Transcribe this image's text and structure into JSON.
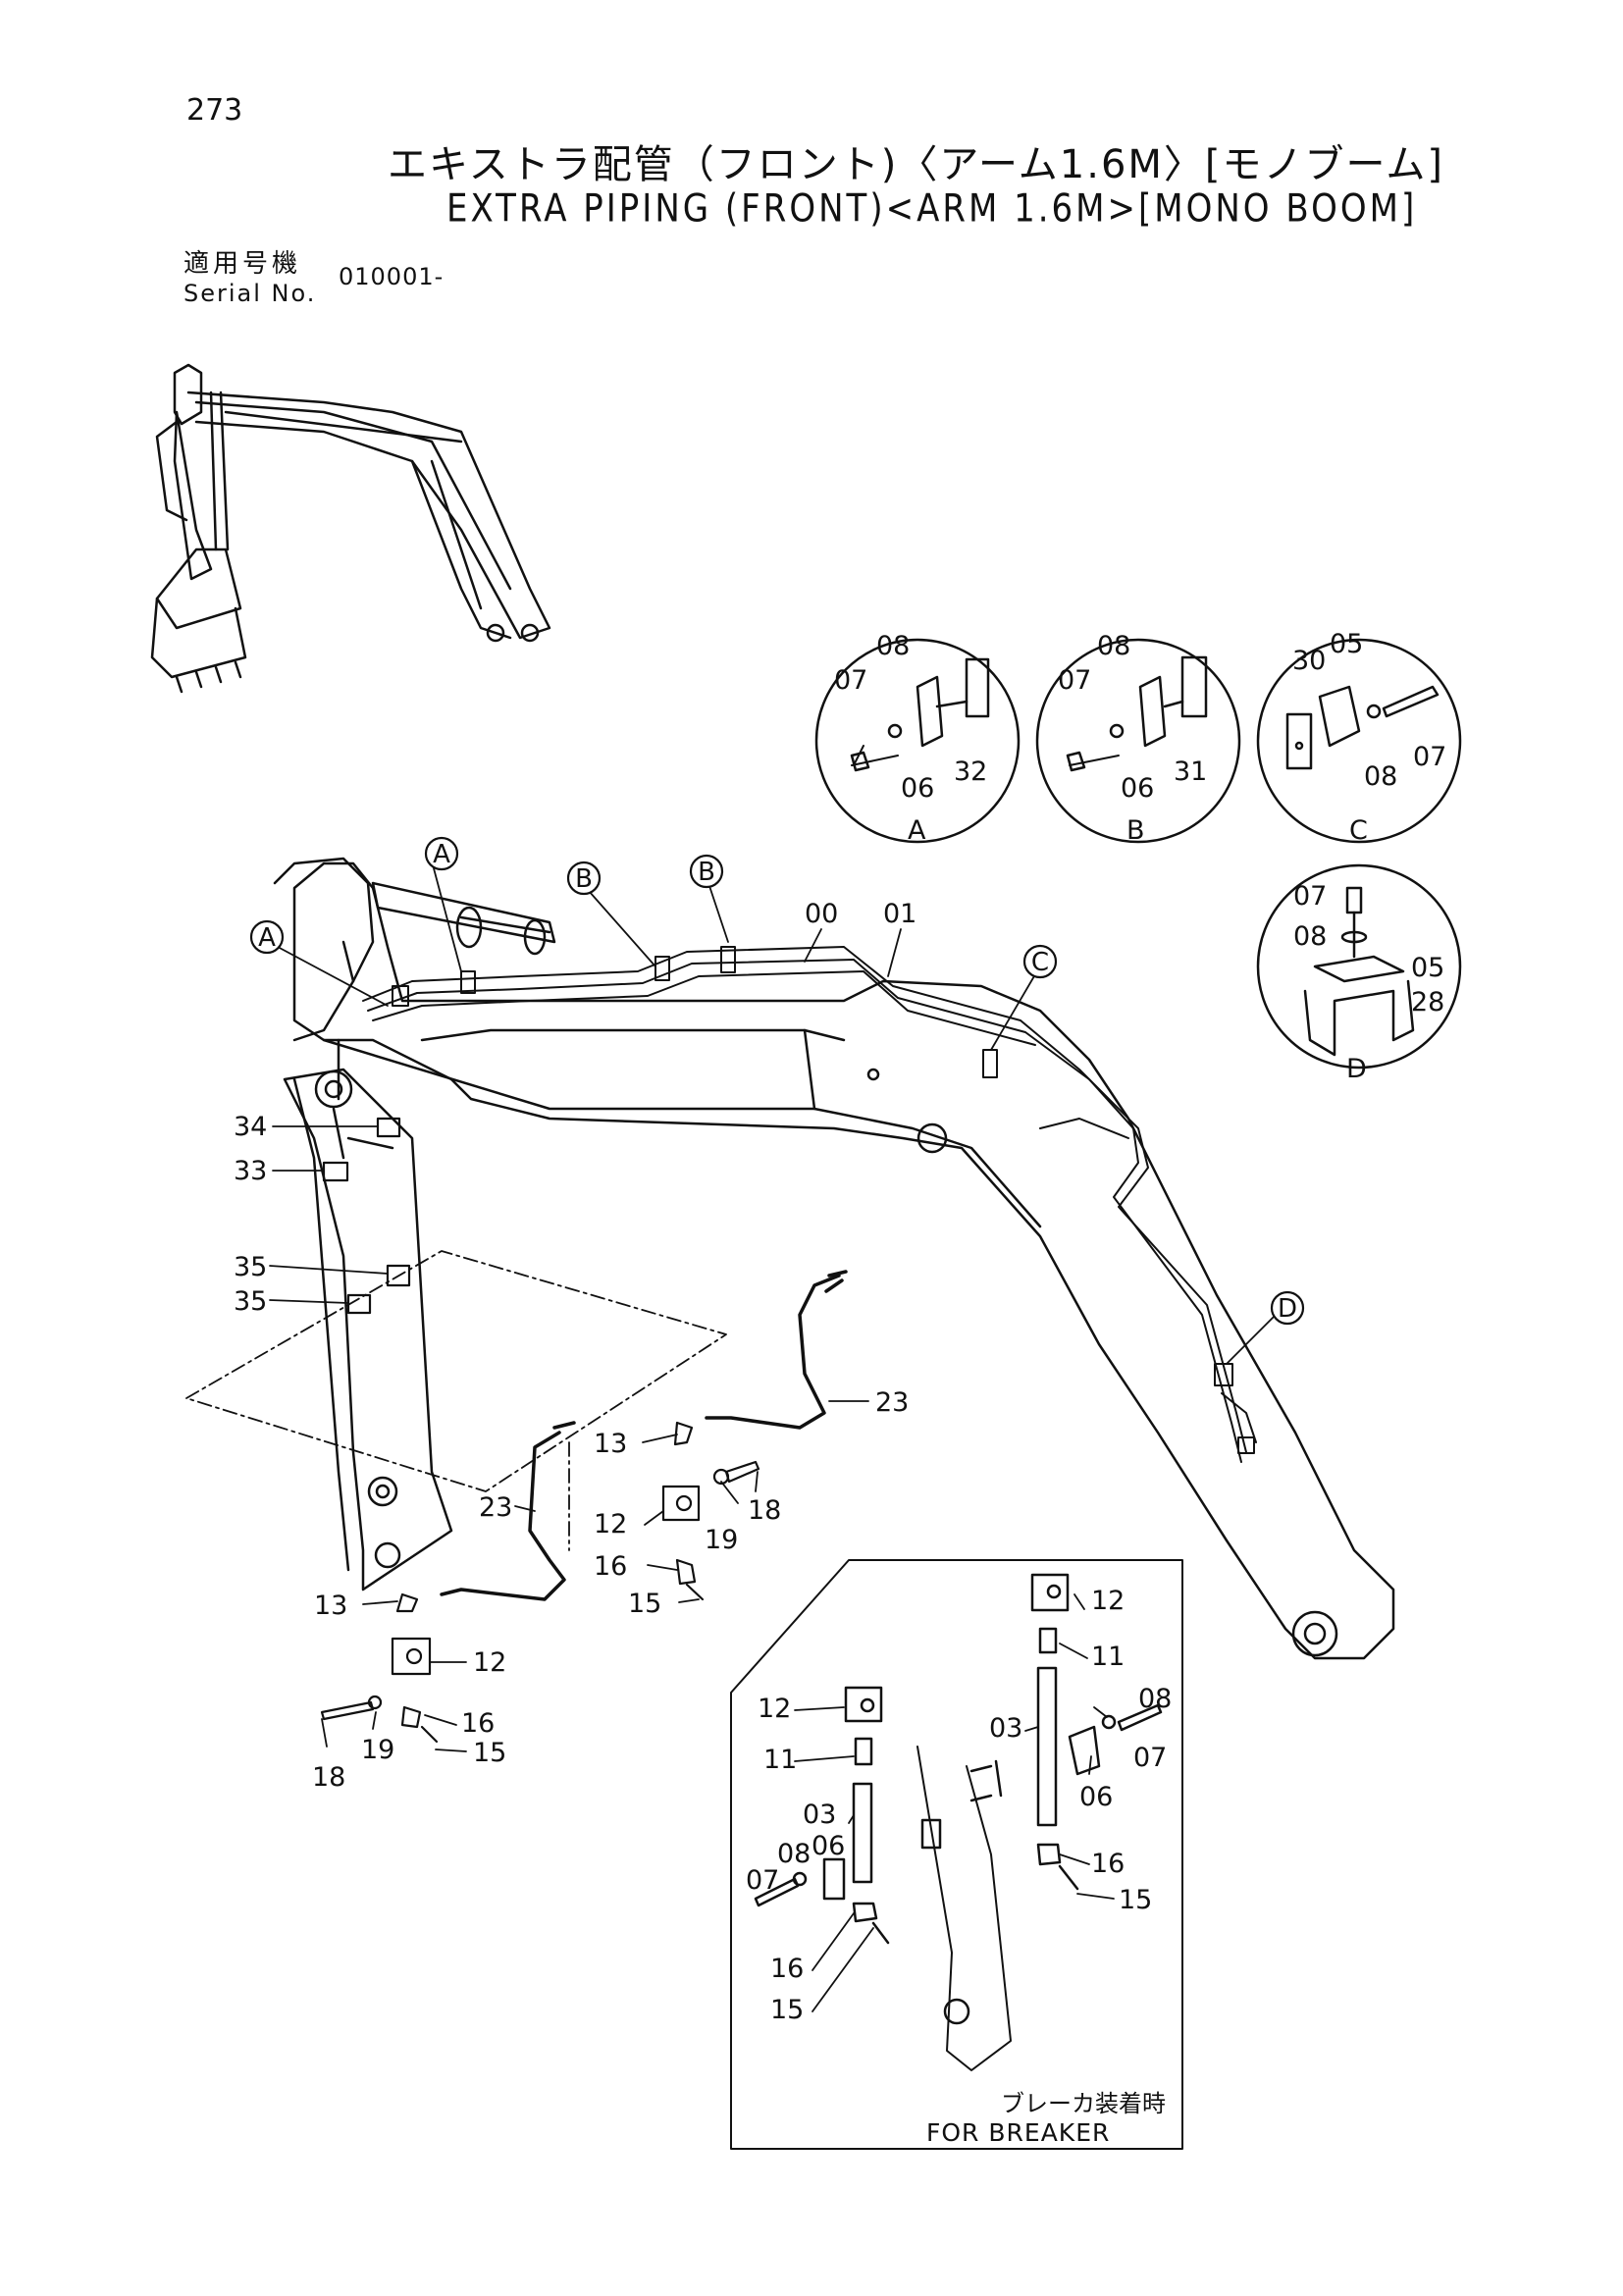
{
  "header": {
    "page_number": "273",
    "title_ja": "エキストラ配管（フロント)〈アーム1.6M〉[モノブーム]",
    "title_en": "EXTRA PIPING (FRONT)<ARM 1.6M>[MONO BOOM]",
    "serial_label_ja": "適用号機",
    "serial_label_en": "Serial No.",
    "serial_value": "010001-"
  },
  "callouts": {
    "a": "A",
    "b": "B",
    "c": "C",
    "d": "D"
  },
  "detail_views": {
    "a": {
      "parts": [
        "07",
        "08",
        "06",
        "32"
      ],
      "caption": "A"
    },
    "b": {
      "parts": [
        "07",
        "08",
        "06",
        "31"
      ],
      "caption": "B"
    },
    "c": {
      "parts": [
        "30",
        "05",
        "08",
        "07"
      ],
      "caption": "C"
    },
    "d": {
      "parts": [
        "07",
        "08",
        "05",
        "28"
      ],
      "caption": "D"
    }
  },
  "part_numbers": {
    "p00": "00",
    "p01": "01",
    "p03": "03",
    "p05": "05",
    "p06": "06",
    "p07": "07",
    "p08": "08",
    "p11": "11",
    "p12": "12",
    "p13": "13",
    "p15": "15",
    "p16": "16",
    "p18": "18",
    "p19": "19",
    "p23": "23",
    "p33": "33",
    "p34": "34",
    "p35": "35"
  },
  "breaker_inset": {
    "caption_ja": "ブレーカ装着時",
    "caption_en": "FOR BREAKER"
  }
}
